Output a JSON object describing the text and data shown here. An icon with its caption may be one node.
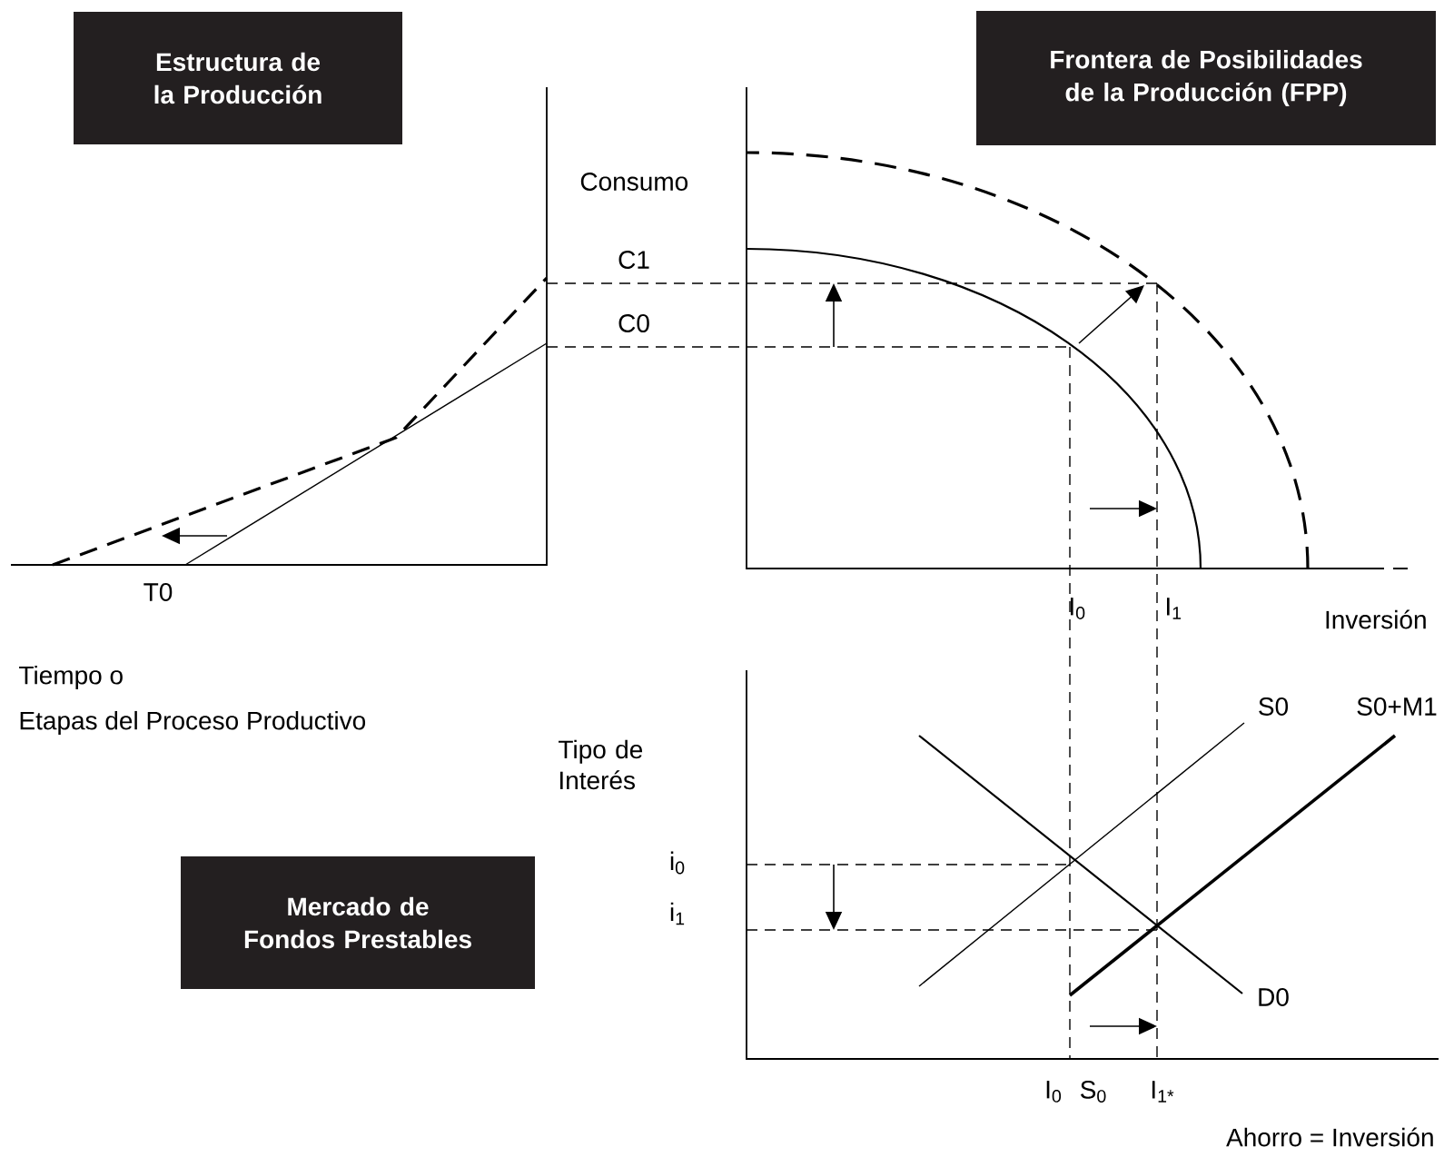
{
  "diagram": {
    "nodes": [
      {
        "text": [
          "Estructura de la Producción"
        ]
      },
      {
        "text": [
          "Frontera de Posibilidades de la Producción (FPP)"
        ]
      },
      {
        "text": [
          "Mercado de Fondos Prestables"
        ]
      }
    ],
    "labels": [
      "Consumo",
      "C1",
      "C0",
      "T0",
      "I$_{0}$",
      "I$_{1}$",
      "Inversión",
      "Tiempo o",
      "Etapas del Proceso Productivo",
      "S0",
      "S0+M1",
      "Tipo de Interés",
      "i$_{0}$",
      "i$_{1}$",
      "D0",
      "I$_{0}$",
      "S$_{0}$",
      "I$_{1*}$",
      "Ahorro = Inversión"
    ]
  }
}
